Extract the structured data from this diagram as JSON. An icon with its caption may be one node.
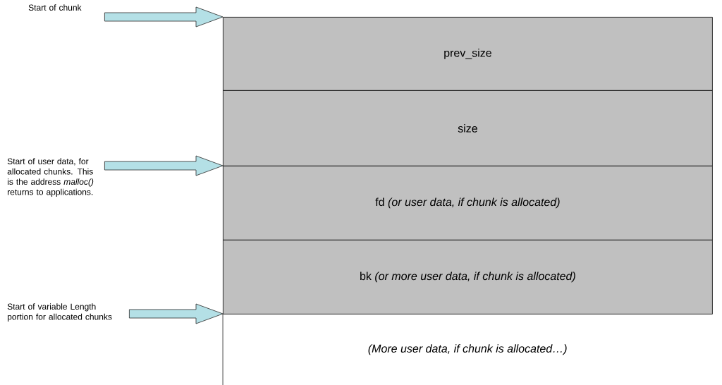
{
  "diagram": {
    "nodes": [
      {
        "text": [
          "Start of chunk"
        ]
      },
      {
        "text": [
          "prev_size"
        ]
      },
      {
        "text": [
          "size"
        ]
      },
      {
        "text": [
          "Start of user data, for allocated chunks. This is the address *malloc()* returns to applications."
        ]
      },
      {
        "text": [
          "fd *(or user data, if chunk is allocated)*"
        ]
      },
      {
        "text": [
          "bk *(or more user data, if chunk is allocated)*"
        ]
      },
      {
        "text": [
          "Start of variable Length portion for allocated chunks"
        ]
      },
      {
        "text": [
          "(More user data, if chunk is allocated…)"
        ]
      }
    ],
    "edges": [
      {
        "from": 0,
        "to": 1,
        "arrow": "to"
      },
      {
        "from": 3,
        "to": 4,
        "arrow": "to"
      },
      {
        "from": 6,
        "to": 7,
        "arrow": "to"
      }
    ]
  }
}
